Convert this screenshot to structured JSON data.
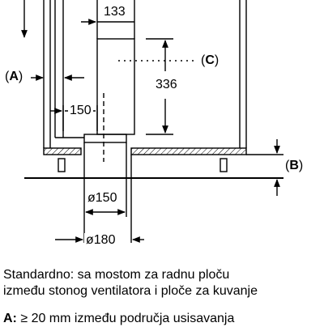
{
  "dimensions": {
    "top_width": "133",
    "right_height": "336",
    "left_width": "150",
    "bottom_diameter_1": "ø150",
    "bottom_diameter_2": "ø180"
  },
  "labels": {
    "a_prefix": "(",
    "a_letter": "A",
    "a_suffix": ")",
    "b_prefix": "(",
    "b_letter": "B",
    "b_suffix": ")",
    "c_prefix": "(",
    "c_letter": "C",
    "c_suffix": ")"
  },
  "text": {
    "line1": "Standardno: sa mostom za radnu ploču",
    "line2": "između stonog ventilatora i ploče za kuvanje",
    "note_a_key": "A:",
    "note_a_text": " ≥ 20 mm između područja usisavanja"
  },
  "colors": {
    "line": "#000000",
    "background": "#ffffff"
  }
}
